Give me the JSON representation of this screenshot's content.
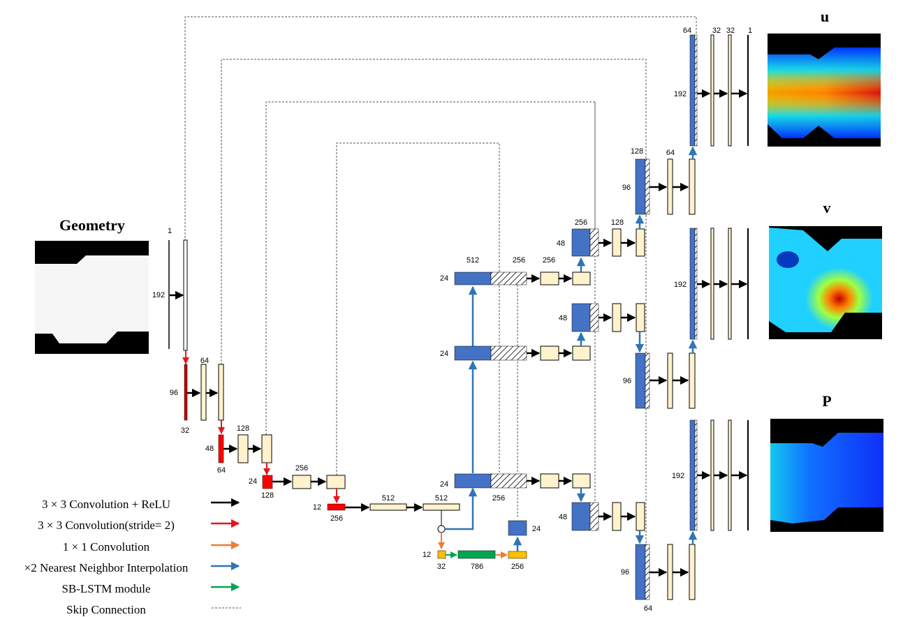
{
  "titles": {
    "geometry": "Geometry",
    "u": "u",
    "v": "v",
    "p": "P"
  },
  "labels": {
    "in_ch": "1",
    "in_h": "192",
    "e1_h": "96",
    "e1_ch": "64",
    "e1_s": "32",
    "e2_h": "48",
    "e2_ch": "128",
    "e2_s": "64",
    "e3_h": "24",
    "e3_ch": "256",
    "e3_s": "128",
    "e4_h": "12",
    "e4_s": "256",
    "e4_c1": "512",
    "e4_c2": "512",
    "lstm_h": "12",
    "lstm_a": "32",
    "lstm_b": "786",
    "lstm_c": "256",
    "lstm_up": "24",
    "d24_a": "24",
    "d24_b": "24",
    "d24_c": "24",
    "d24_cat": "512",
    "d24_skip": "256",
    "d24_conv": "256",
    "d24_skip_b": "256",
    "d48_a": "48",
    "d48_b": "48",
    "d48_c": "48",
    "d48_cat": "256",
    "d48_conv": "128",
    "d96_a": "96",
    "d96_b": "96",
    "d96_c": "96",
    "d96_cat": "128",
    "d96_conv": "64",
    "d96_bottom": "64",
    "d192_a": "192",
    "d192_b": "192",
    "d192_c": "192",
    "out_64": "64",
    "out_32a": "32",
    "out_32b": "32",
    "out_1": "1"
  },
  "legend": [
    {
      "label": "3 × 3 Convolution + ReLU",
      "color": "#000000"
    },
    {
      "label": "3 × 3 Convolution(stride= 2)",
      "color": "#e8141c"
    },
    {
      "label": "1  × 1 Convolution",
      "color": "#ed7d31"
    },
    {
      "label": "×2 Nearest Neighbor Interpolation",
      "color": "#2e75b6"
    },
    {
      "label": "SB-LSTM module",
      "color": "#00a651"
    },
    {
      "label": "Skip Connection",
      "color": "#7f7f7f"
    }
  ],
  "colors": {
    "feature": "#fff2cc",
    "blue": "#4472c4",
    "red": "#ff0000",
    "darkred": "#c00000",
    "orange": "#ffc000",
    "green": "#00a651"
  }
}
